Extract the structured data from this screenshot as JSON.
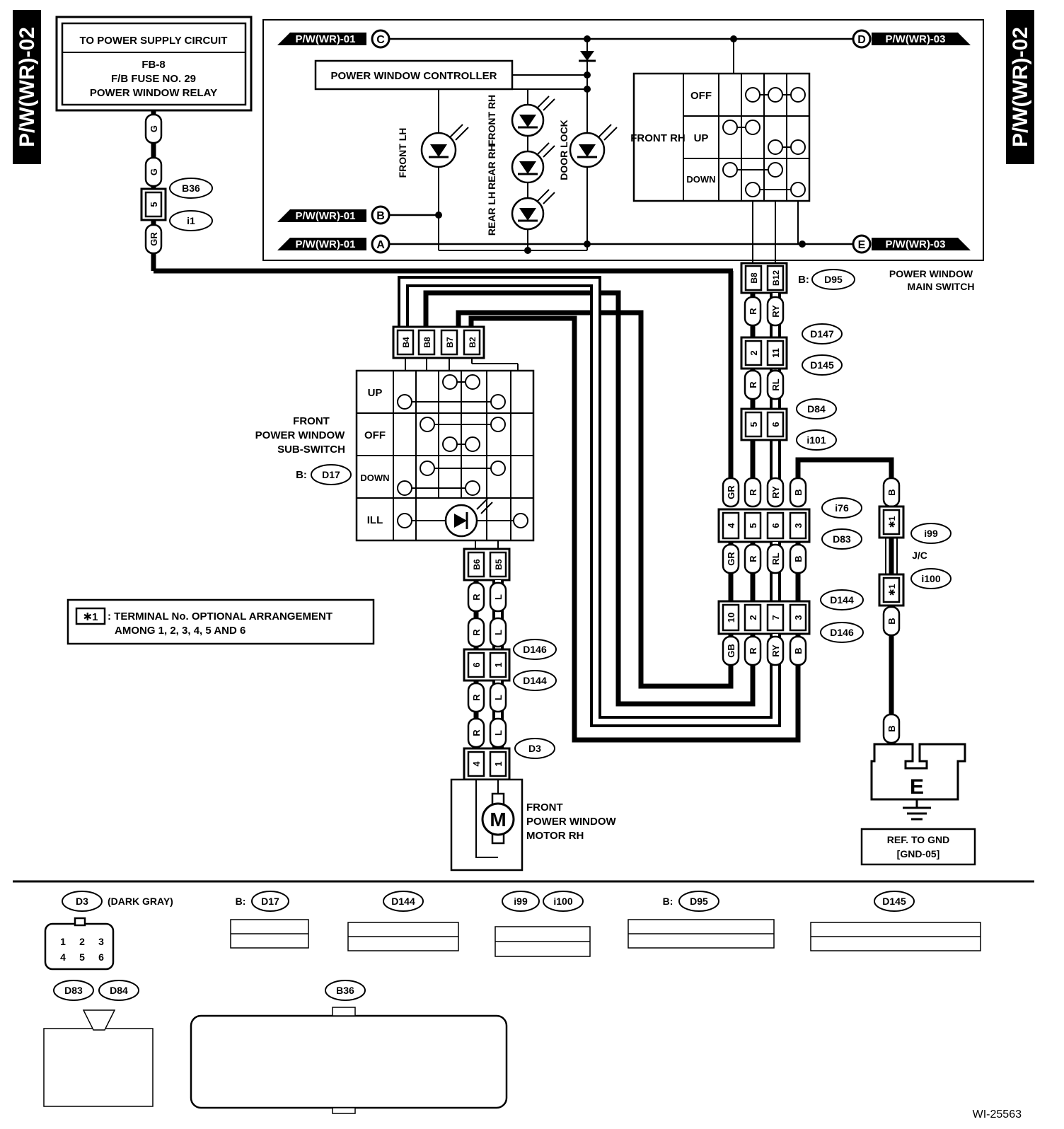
{
  "side_tags": {
    "left": "P/W(WR)-02",
    "right": "P/W(WR)-02"
  },
  "power_supply": {
    "title": "TO POWER SUPPLY CIRCUIT",
    "line1": "FB-8",
    "line2": "F/B FUSE NO. 29",
    "line3": "POWER WINDOW RELAY"
  },
  "refs": {
    "c_label": "P/W(WR)-01",
    "c_letter": "C",
    "b_label": "P/W(WR)-01",
    "b_letter": "B",
    "a_label": "P/W(WR)-01",
    "a_letter": "A",
    "d_label": "P/W(WR)-03",
    "d_letter": "D",
    "e_label": "P/W(WR)-03",
    "e_letter": "E"
  },
  "controller": {
    "label": "POWER WINDOW CONTROLLER"
  },
  "leds": {
    "front_lh": "FRONT LH",
    "front_rh": "FRONT RH",
    "rear_rh": "REAR RH",
    "rear_lh": "REAR LH",
    "door_lock": "DOOR LOCK"
  },
  "main_switch": {
    "row_label": "FRONT RH",
    "off": "OFF",
    "up": "UP",
    "down": "DOWN",
    "title1": "POWER WINDOW",
    "title2": "MAIN SWITCH",
    "conn_prefix": "B:",
    "conn": "D95",
    "pin_b8": "B8",
    "pin_b12": "B12"
  },
  "sub_switch": {
    "title1": "FRONT",
    "title2": "POWER WINDOW",
    "title3": "SUB-SWITCH",
    "conn_prefix": "B:",
    "conn": "D17",
    "up": "UP",
    "off": "OFF",
    "down": "DOWN",
    "ill": "ILL",
    "pins": [
      "B4",
      "B8",
      "B7",
      "B2"
    ],
    "bottom_pins": [
      "B6",
      "B5"
    ]
  },
  "motor": {
    "symbol": "M",
    "line1": "FRONT",
    "line2": "POWER WINDOW",
    "line3": "MOTOR RH"
  },
  "ground": {
    "symbol": "E",
    "ref1": "REF. TO GND",
    "ref2": "[GND-05]",
    "jc": "J/C"
  },
  "note": {
    "star": "✱1",
    "line1": ": TERMINAL No. OPTIONAL ARRANGEMENT",
    "line2": "AMONG 1, 2, 3, 4, 5 AND 6"
  },
  "wires": {
    "g": "G",
    "gr": "GR",
    "r": "R",
    "ry": "RY",
    "rl": "RL",
    "b": "B",
    "gb": "GB",
    "l": "L",
    "star1": "✱1"
  },
  "connectors": {
    "b36": "B36",
    "i1": "i1",
    "d147": "D147",
    "d145": "D145",
    "d84": "D84",
    "i101": "i101",
    "i76": "i76",
    "d83": "D83",
    "d144": "D144",
    "d146": "D146",
    "i99": "i99",
    "i100": "i100",
    "d3": "D3"
  },
  "pins": {
    "p5": "5",
    "p2": "2",
    "p11": "11",
    "p6": "6",
    "p4": "4",
    "p3": "3",
    "p10": "10",
    "p7": "7",
    "p1": "1"
  },
  "legend": {
    "d3": "D3",
    "d3_note": "(DARK GRAY)",
    "d17_prefix": "B:",
    "d17": "D17",
    "d144": "D144",
    "i99": "i99",
    "i100": "i100",
    "d95_prefix": "B:",
    "d95": "D95",
    "d145": "D145",
    "d83": "D83",
    "d84": "D84",
    "b36": "B36"
  },
  "figure_id": "WI-25563"
}
